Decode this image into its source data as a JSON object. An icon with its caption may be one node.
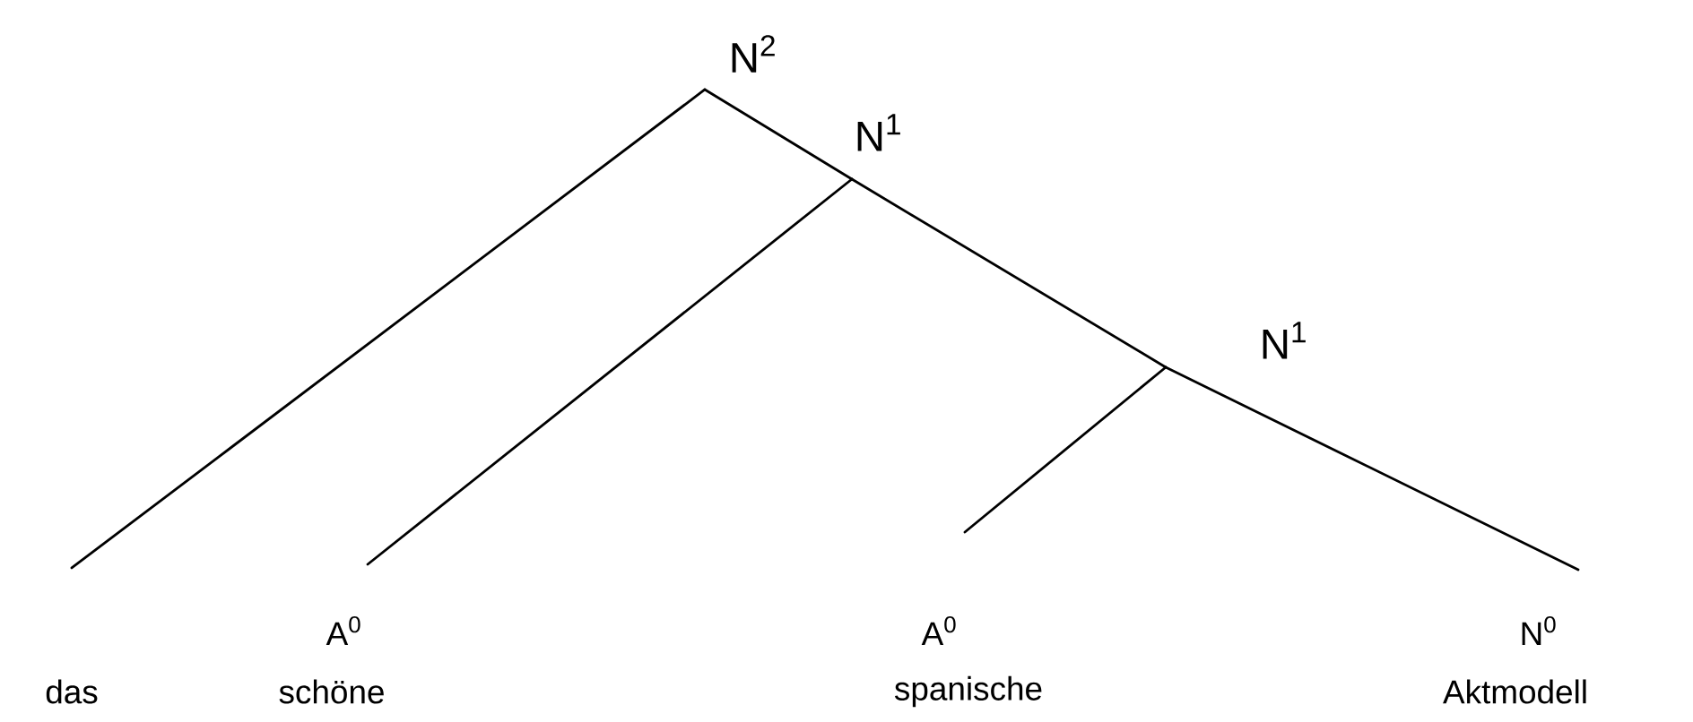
{
  "diagram": {
    "nodes": [
      {
        "text": [
          "N$^{2}$"
        ]
      },
      {
        "text": [
          "N$^{1}$"
        ]
      },
      {
        "text": [
          "N$^{1}$"
        ]
      },
      {
        "text": [
          "das"
        ]
      },
      {
        "text": [
          "A$^{0}$",
          "schöne"
        ]
      },
      {
        "text": [
          "A$^{0}$",
          "spanische"
        ]
      },
      {
        "text": [
          "N$^{0}$",
          "Aktmodell"
        ]
      }
    ],
    "edges": [
      {
        "from": 0,
        "to": 3,
        "arrow": "none"
      },
      {
        "from": 0,
        "to": 1,
        "arrow": "none"
      },
      {
        "from": 1,
        "to": 4,
        "arrow": "none"
      },
      {
        "from": 1,
        "to": 2,
        "arrow": "none"
      },
      {
        "from": 2,
        "to": 5,
        "arrow": "none"
      },
      {
        "from": 2,
        "to": 6,
        "arrow": "none"
      }
    ]
  }
}
